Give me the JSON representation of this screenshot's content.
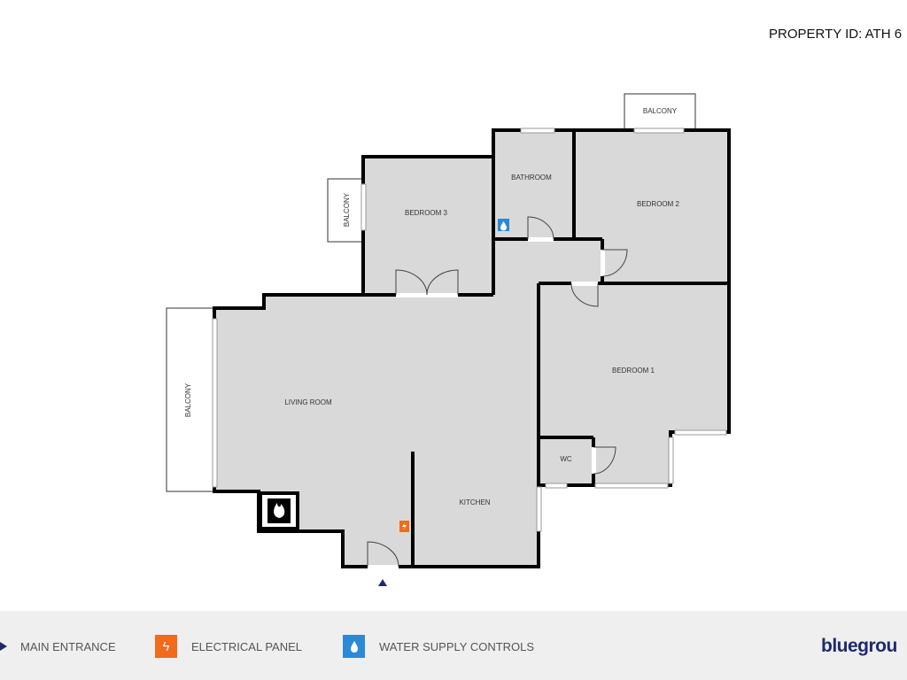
{
  "header": {
    "property_id": "PROPERTY ID: ATH 6"
  },
  "rooms": {
    "bedroom3": "BEDROOM 3",
    "bathroom": "BATHROOM",
    "bedroom2": "BEDROOM 2",
    "bedroom1": "BEDROOM 1",
    "living_room": "LIVING ROOM",
    "kitchen": "KITCHEN",
    "wc": "WC",
    "balcony_left": "BALCONY",
    "balcony_bedroom3": "BALCONY",
    "balcony_top": "BALCONY"
  },
  "legend": {
    "main_entrance": {
      "label": "MAIN ENTRANCE",
      "icon": "triangle-icon",
      "color": "#1e2a6e"
    },
    "electrical_panel": {
      "label": "ELECTRICAL PANEL",
      "icon": "lightning-icon",
      "color": "#f26a1b"
    },
    "water_supply": {
      "label": "WATER SUPPLY CONTROLS",
      "icon": "water-drop-icon",
      "color": "#2a8ad8"
    }
  },
  "logo": "bluegrou",
  "colors": {
    "room_fill": "#d9d9d9",
    "wall": "#000000",
    "legend_bg": "#efefef"
  }
}
